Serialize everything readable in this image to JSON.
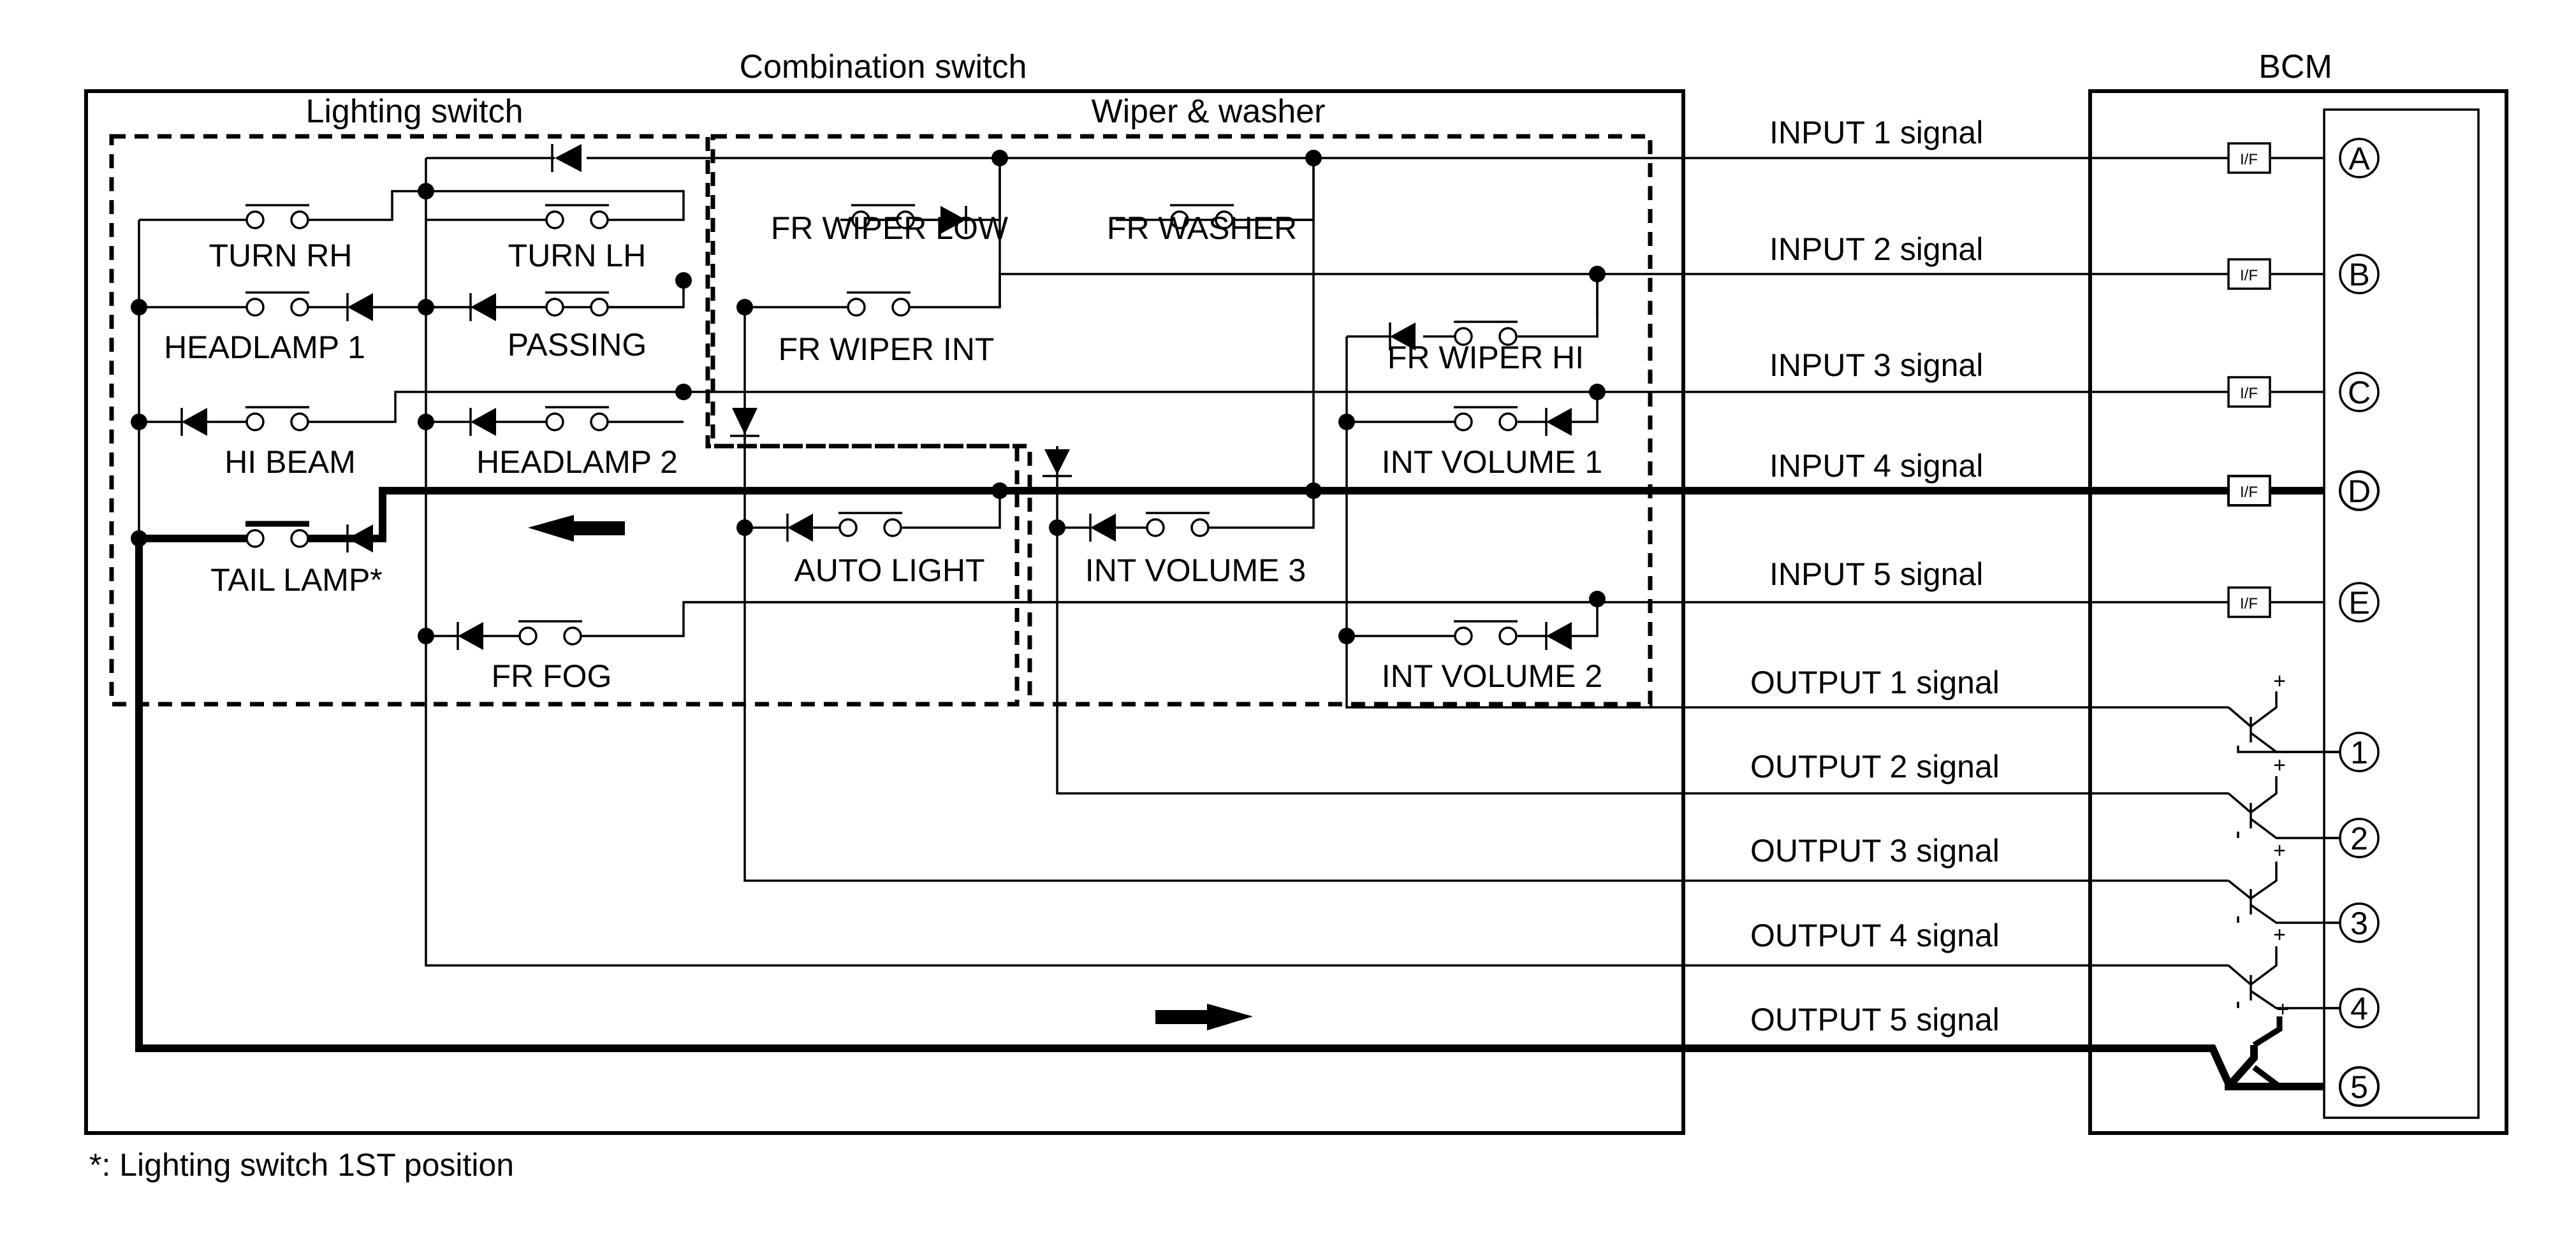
{
  "titles": {
    "combination_switch": "Combination switch",
    "lighting_switch": "Lighting switch",
    "wiper_washer": "Wiper & washer",
    "bcm": "BCM"
  },
  "switches": {
    "turn_rh": "TURN RH",
    "turn_lh": "TURN LH",
    "headlamp_1": "HEADLAMP 1",
    "passing": "PASSING",
    "hi_beam": "HI BEAM",
    "headlamp_2": "HEADLAMP 2",
    "tail_lamp": "TAIL LAMP*",
    "fr_fog": "FR FOG",
    "fr_wiper_low": "FR WIPER LOW",
    "fr_washer": "FR WASHER",
    "fr_wiper_int": "FR WIPER INT",
    "fr_wiper_hi": "FR WIPER HI",
    "int_volume_1": "INT VOLUME 1",
    "auto_light": "AUTO LIGHT",
    "int_volume_3": "INT VOLUME 3",
    "int_volume_2": "INT VOLUME 2"
  },
  "signals": {
    "input_1": "INPUT 1 signal",
    "input_2": "INPUT 2 signal",
    "input_3": "INPUT 3 signal",
    "input_4": "INPUT 4 signal",
    "input_5": "INPUT 5 signal",
    "output_1": "OUTPUT 1 signal",
    "output_2": "OUTPUT 2 signal",
    "output_3": "OUTPUT 3 signal",
    "output_4": "OUTPUT 4 signal",
    "output_5": "OUTPUT 5 signal"
  },
  "bcm_terminals": {
    "input_letters": [
      "A",
      "B",
      "C",
      "D",
      "E"
    ],
    "output_numbers": [
      "1",
      "2",
      "3",
      "4",
      "5"
    ],
    "interface_label": "I/F",
    "plus_sign": "+"
  },
  "footnote": "*: Lighting switch 1ST position"
}
